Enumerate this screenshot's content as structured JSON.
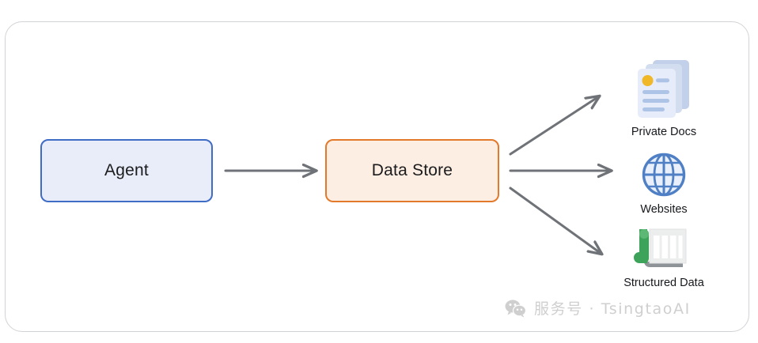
{
  "diagram": {
    "type": "flow-diagram",
    "background_color": "#ffffff",
    "frame": {
      "border_color": "#d2d3d6",
      "corner_radius": "22px"
    },
    "nodes": [
      {
        "id": "agent",
        "label": "Agent",
        "border_color": "#3f6cc4",
        "fill_color": "#e8edf9",
        "text_color": "#1b1b1d"
      },
      {
        "id": "data-store",
        "label": "Data Store",
        "border_color": "#e3792a",
        "fill_color": "#fceee2",
        "text_color": "#1b1b1d"
      }
    ],
    "endpoints": [
      {
        "id": "private-docs",
        "label": "Private Docs",
        "icon": "stacked-documents-icon",
        "icon_colors": {
          "page": "#e4eaf7",
          "page_back": "#c3d0ea",
          "accent": "#f0b728",
          "line": "#aec4e6"
        }
      },
      {
        "id": "websites",
        "label": "Websites",
        "icon": "globe-icon",
        "icon_colors": {
          "stroke": "#4f7fc4",
          "fill": "#eaf0fb"
        }
      },
      {
        "id": "structured-data",
        "label": "Structured Data",
        "icon": "spreadsheet-icon",
        "icon_colors": {
          "roll": "#3da35a",
          "sheet": "#eceded",
          "grid": "#ffffff",
          "shadow": "#8e9398"
        }
      }
    ],
    "connections": [
      {
        "id": "agent-to-data-store",
        "from": "agent",
        "to": "data-store",
        "style": "arrow",
        "color": "#6f7378"
      },
      {
        "id": "data-store-to-private-docs",
        "from": "data-store",
        "to": "private-docs",
        "style": "arrow",
        "color": "#6f7378"
      },
      {
        "id": "data-store-to-websites",
        "from": "data-store",
        "to": "websites",
        "style": "arrow",
        "color": "#6f7378"
      },
      {
        "id": "data-store-to-structured-data",
        "from": "data-store",
        "to": "structured-data",
        "style": "arrow",
        "color": "#6f7378"
      }
    ]
  },
  "watermark": {
    "icon": "wechat-icon",
    "text": "服务号 · TsingtaoAI",
    "color": "#cfcfcf"
  }
}
